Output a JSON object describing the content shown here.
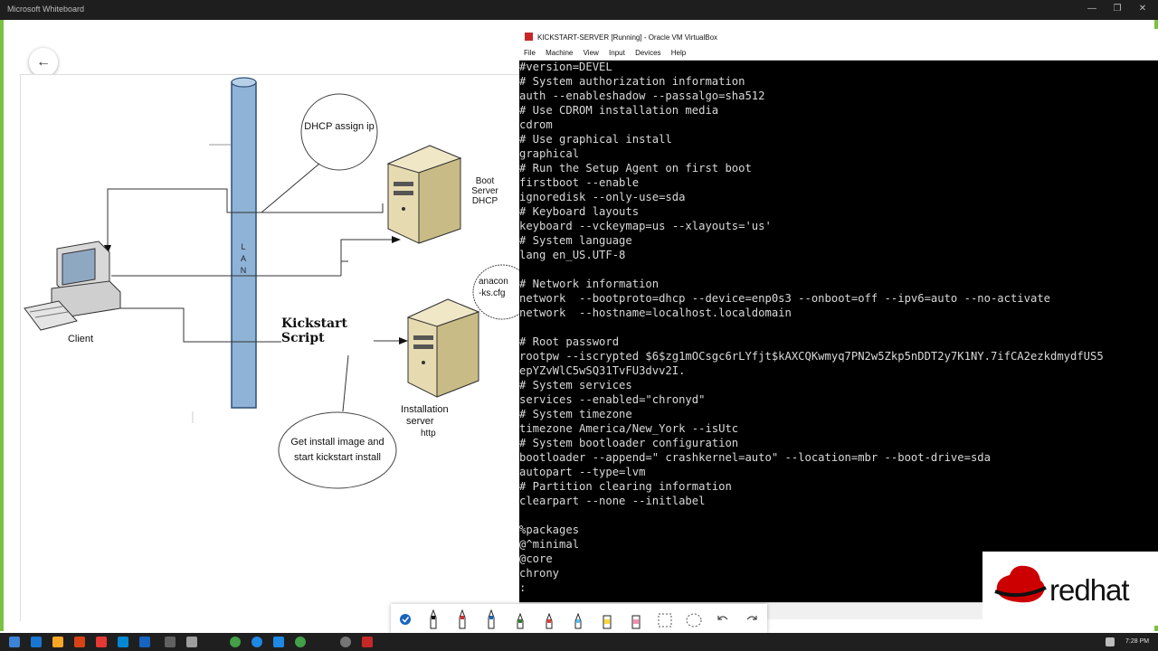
{
  "window": {
    "title": "Microsoft Whiteboard",
    "minimize_icon": "minimize-icon",
    "restore_icon": "restore-icon",
    "close_icon": "close-icon"
  },
  "whiteboard": {
    "back_icon": "back-arrow-icon"
  },
  "diagram": {
    "dhcp_bubble": "DHCP assign ip",
    "boot_server": [
      "Boot",
      "Server",
      "DHCP"
    ],
    "lan_label": [
      "L",
      "A",
      "N"
    ],
    "anaconda_bubble": [
      "anacon",
      "-ks.cfg"
    ],
    "client_label": "Client",
    "kickstart_script": [
      "Kickstart",
      "Script"
    ],
    "installation_server": [
      "Installation",
      "server",
      "http"
    ],
    "install_bubble": [
      "Get install image and",
      "start kickstart install"
    ]
  },
  "vbox": {
    "title": "KICKSTART-SERVER [Running] - Oracle VM VirtualBox",
    "menu": [
      "File",
      "Machine",
      "View",
      "Input",
      "Devices",
      "Help"
    ],
    "console_lines": [
      "#version=DEVEL",
      "# System authorization information",
      "auth --enableshadow --passalgo=sha512",
      "# Use CDROM installation media",
      "cdrom",
      "# Use graphical install",
      "graphical",
      "# Run the Setup Agent on first boot",
      "firstboot --enable",
      "ignoredisk --only-use=sda",
      "# Keyboard layouts",
      "keyboard --vckeymap=us --xlayouts='us'",
      "# System language",
      "lang en_US.UTF-8",
      "",
      "# Network information",
      "network  --bootproto=dhcp --device=enp0s3 --onboot=off --ipv6=auto --no-activate",
      "network  --hostname=localhost.localdomain",
      "",
      "# Root password",
      "rootpw --iscrypted $6$zg1mOCsgc6rLYfjt$kAXCQKwmyq7PN2w5Zkp5nDDT2y7K1NY.7ifCA2ezkdmydfUS5",
      "epYZvWlC5wSQ31TvFU3dvv2I.",
      "# System services",
      "services --enabled=\"chronyd\"",
      "# System timezone",
      "timezone America/New_York --isUtc",
      "# System bootloader configuration",
      "bootloader --append=\" crashkernel=auto\" --location=mbr --boot-drive=sda",
      "autopart --type=lvm",
      "# Partition clearing information",
      "clearpart --none --initlabel",
      "",
      "%packages",
      "@^minimal",
      "@core",
      "chrony",
      ":"
    ]
  },
  "pen_toolbar": {
    "tools": [
      "checkmark-icon",
      "black-pen-icon",
      "red-pen-icon",
      "blue-pen-icon",
      "green-pen-icon",
      "red-pen-2-icon",
      "light-blue-pen-icon",
      "yellow-highlighter-icon",
      "pink-highlighter-icon",
      "lasso-icon",
      "lasso-dotted-icon",
      "undo-icon",
      "redo-icon"
    ]
  },
  "branding": {
    "logo_text": "redhat"
  },
  "taskbar": {
    "time": "7:28 PM",
    "icons": [
      "start-icon",
      "mail-icon",
      "folder-icon",
      "powerpoint-icon",
      "office-icon",
      "photos-icon",
      "store-icon",
      "calculator-icon",
      "settings-icon",
      "chrome-icon",
      "skype-icon",
      "whatsapp-icon",
      "obs-icon",
      "whiteboard-icon"
    ]
  },
  "colors": {
    "accent_border": "#7ac143",
    "console_bg": "#000000",
    "console_text": "#d9d9d9",
    "redhat_red": "#cc0000"
  }
}
